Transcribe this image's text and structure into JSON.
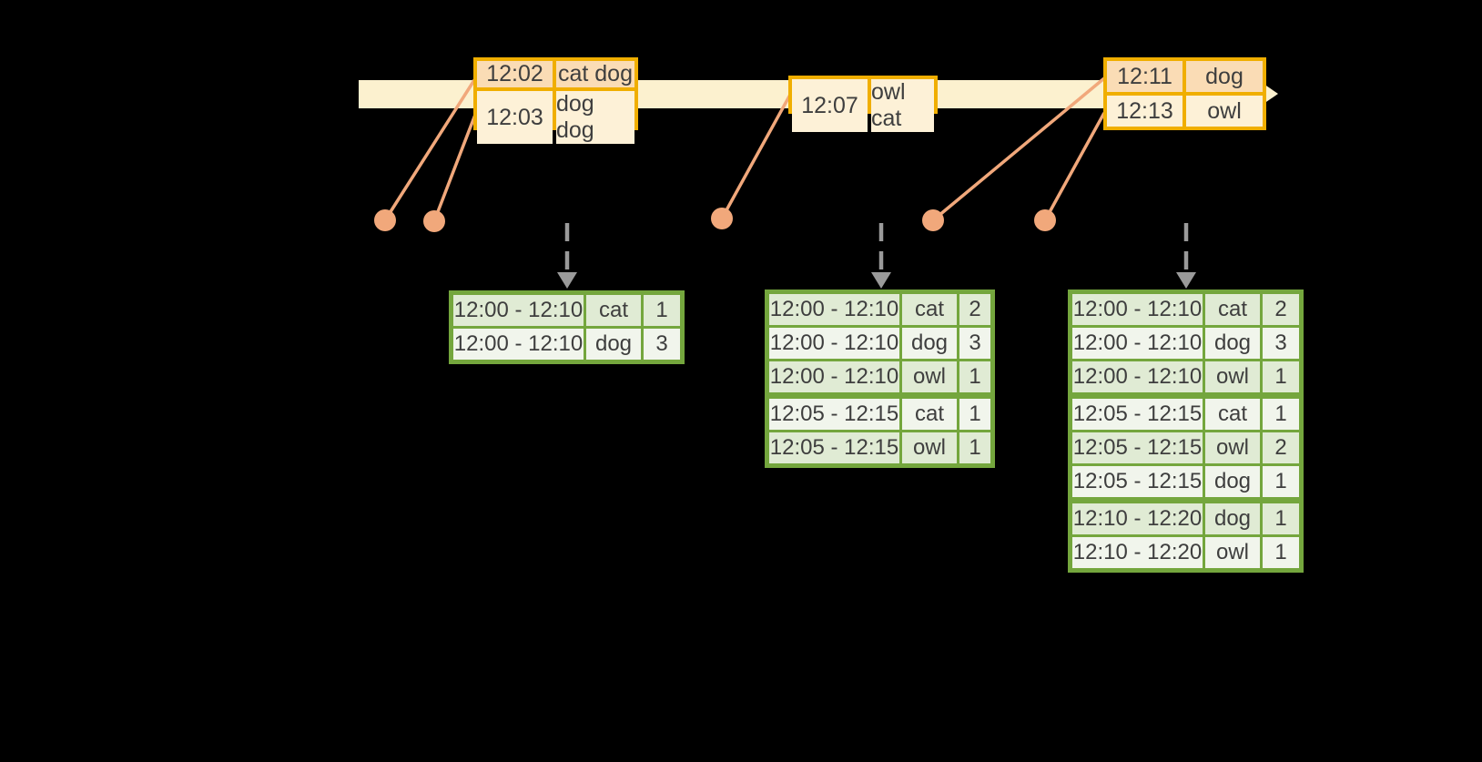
{
  "diagram": {
    "kind": "streaming-windowed-word-count-timeline",
    "colors": {
      "background": "#000000",
      "timeline_bar": "#FCF1CF",
      "event_border": "#F0AE00",
      "event_row_dark": "#FADCB5",
      "event_row_light": "#FDF1D7",
      "connector_salmon": "#F1A87B",
      "trigger_arrow_gray": "#9A9A9A",
      "table_border_green": "#74A63D",
      "table_row_dark": "#E0EBD4",
      "table_row_light": "#F1F5EC",
      "text": "#3E3E3E"
    }
  },
  "event_boxes": [
    {
      "rows": [
        {
          "time": "12:02",
          "words": "cat dog"
        },
        {
          "time": "12:03",
          "words": "dog dog"
        }
      ]
    },
    {
      "rows": [
        {
          "time": "12:07",
          "words": "owl cat"
        }
      ]
    },
    {
      "rows": [
        {
          "time": "12:11",
          "words": "dog"
        },
        {
          "time": "12:13",
          "words": "owl"
        }
      ]
    }
  ],
  "result_tables": [
    {
      "rows": [
        {
          "window": "12:00 - 12:10",
          "word": "cat",
          "count": "1"
        },
        {
          "window": "12:00 - 12:10",
          "word": "dog",
          "count": "3"
        }
      ]
    },
    {
      "rows": [
        {
          "window": "12:00 - 12:10",
          "word": "cat",
          "count": "2"
        },
        {
          "window": "12:00 - 12:10",
          "word": "dog",
          "count": "3"
        },
        {
          "window": "12:00 - 12:10",
          "word": "owl",
          "count": "1"
        },
        {
          "window": "12:05 - 12:15",
          "word": "cat",
          "count": "1"
        },
        {
          "window": "12:05 - 12:15",
          "word": "owl",
          "count": "1"
        }
      ]
    },
    {
      "rows": [
        {
          "window": "12:00 - 12:10",
          "word": "cat",
          "count": "2"
        },
        {
          "window": "12:00 - 12:10",
          "word": "dog",
          "count": "3"
        },
        {
          "window": "12:00 - 12:10",
          "word": "owl",
          "count": "1"
        },
        {
          "window": "12:05 - 12:15",
          "word": "cat",
          "count": "1"
        },
        {
          "window": "12:05 - 12:15",
          "word": "owl",
          "count": "2"
        },
        {
          "window": "12:05 - 12:15",
          "word": "dog",
          "count": "1"
        },
        {
          "window": "12:10 - 12:20",
          "word": "dog",
          "count": "1"
        },
        {
          "window": "12:10 - 12:20",
          "word": "owl",
          "count": "1"
        }
      ]
    }
  ]
}
